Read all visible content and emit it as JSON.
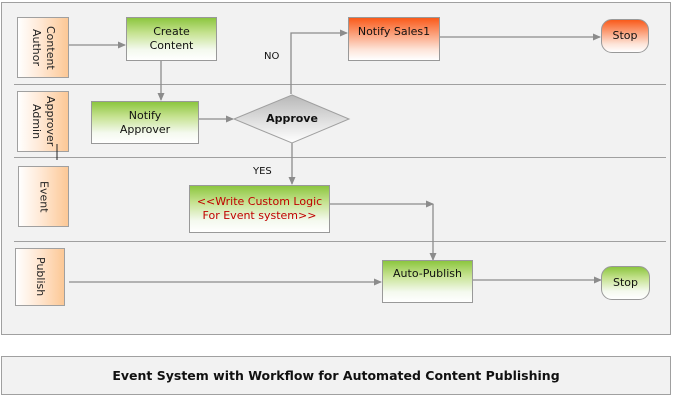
{
  "diagram": {
    "lanes": [
      {
        "id": "content-author",
        "label": "Content\nAuthor"
      },
      {
        "id": "approver-admin",
        "label": "Approver\nAdmin"
      },
      {
        "id": "event",
        "label": "Event"
      },
      {
        "id": "publish",
        "label": "Publish"
      }
    ],
    "nodes": {
      "create_content": "Create\nContent",
      "notify_approver": "Notify\nApprover",
      "approve": "Approve",
      "notify_sales": "Notify Sales1",
      "stop_top": "Stop",
      "custom_logic": "<<Write Custom Logic\nFor Event system>>",
      "auto_publish": "Auto-Publish",
      "stop_bottom": "Stop"
    },
    "edge_labels": {
      "no": "NO",
      "yes": "YES"
    },
    "colors": {
      "activity_green": "#8cc63f",
      "alert_orange": "#f95a1a",
      "lane_peach": "#fcc896",
      "custom_logic_text": "#c00000",
      "connector": "#8c8c8c"
    }
  },
  "caption": "Event System with Workflow for Automated Content Publishing"
}
